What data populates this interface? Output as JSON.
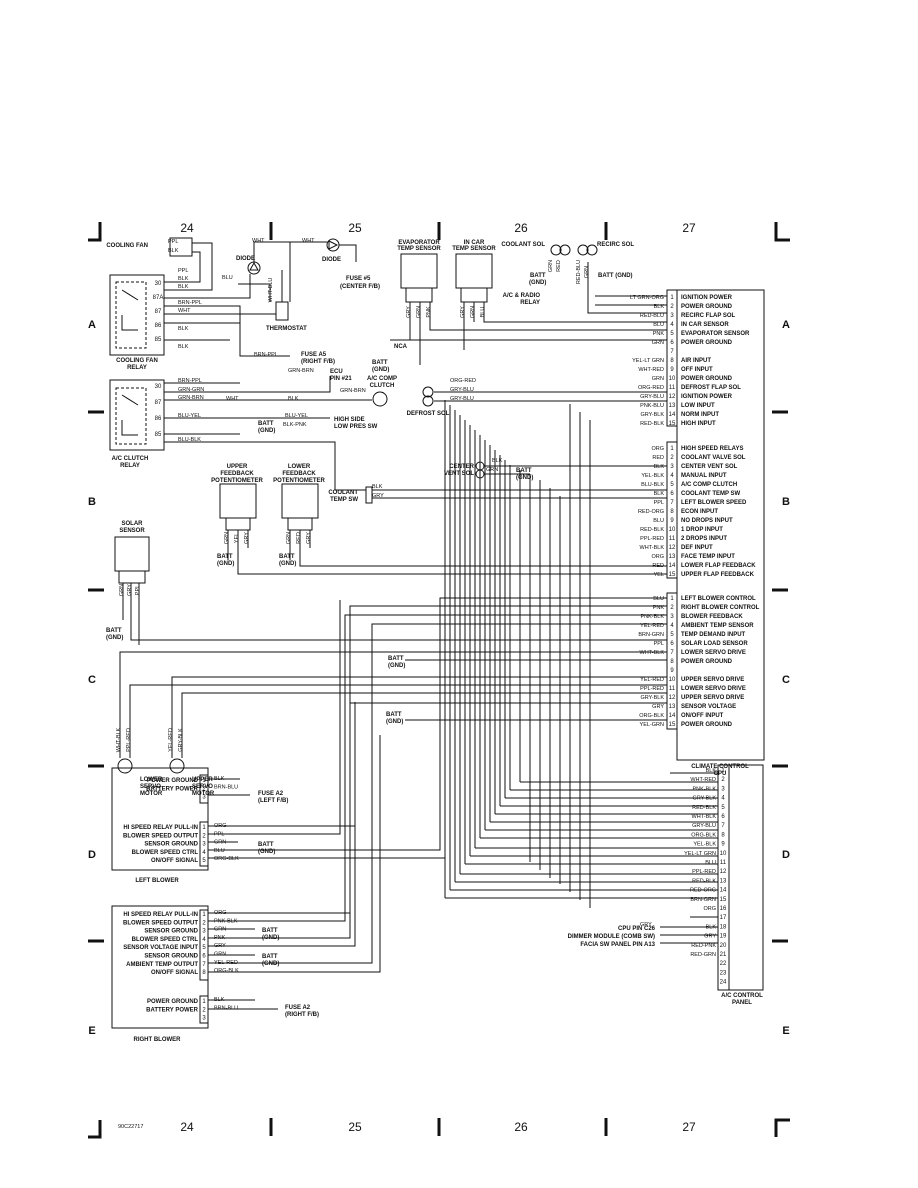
{
  "grid": {
    "columns": [
      "24",
      "25",
      "26",
      "27"
    ],
    "rows": [
      "A",
      "B",
      "C",
      "D",
      "E"
    ],
    "code": "90C22717"
  },
  "components": {
    "cooling_fan": "COOLING FAN",
    "diode1": "DIODE",
    "diode2": "DIODE",
    "fuse5": "FUSE #5",
    "fuse5_loc": "(CENTER F/B)",
    "thermostat": "THERMOSTAT",
    "cooling_fan_relay": "COOLING FAN RELAY",
    "ac_clutch_relay": "A/C CLUTCH RELAY",
    "evap_sensor": "EVAPORATOR TEMP SENSOR",
    "incar_sensor": "IN CAR TEMP SENSOR",
    "coolant_sol": "COOLANT SOL",
    "recirc_sol": "RECIRC SOL",
    "batt_gnd": "BATT (GND)",
    "ac_radio_relay": "A/C & RADIO RELAY",
    "fuse_a5": "FUSE A5",
    "fuse_a5_loc": "(RIGHT F/B)",
    "ecu": "ECU",
    "ecu_pin": "PIN #21",
    "ac_comp_clutch": "A/C COMP CLUTCH",
    "defrost_sol": "DEFROST SOL",
    "high_side_sw": "HIGH SIDE",
    "low_pres_sw": "LOW PRES SW",
    "upper_fb_pot": "UPPER FEEDBACK POTENTIOMETER",
    "lower_fb_pot": "LOWER FEEDBACK POTENTIOMETER",
    "coolant_temp_sw": "COOLANT TEMP SW",
    "center_vent_sol": "CENTER VENT SOL",
    "solar_sensor": "SOLAR SENSOR",
    "lower_servo": "LOWER SERVO MOTOR",
    "upper_servo": "UPPER SERVO MOTOR",
    "climate_cpu": "CLIMATE CONTROL CPU",
    "ac_panel": "A/C CONTROL PANEL",
    "left_blower": "LEFT BLOWER",
    "right_blower": "RIGHT BLOWER",
    "batt": "BATT",
    "nca": "NCA",
    "fuse_a2": "FUSE A2",
    "fuse_a2_left": "(LEFT F/B)",
    "fuse_a2_right": "(RIGHT F/B)",
    "cpu_pin_c26": "CPU PIN C26",
    "dimmer": "DIMMER MODULE (COMB SW)",
    "facia": "FACIA SW PANEL PIN A13"
  },
  "cpu_group1": [
    {
      "n": "1",
      "wire": "LT GRN-ORG",
      "label": "IGNITION POWER"
    },
    {
      "n": "2",
      "wire": "BLK",
      "label": "POWER GROUND"
    },
    {
      "n": "3",
      "wire": "RED-BLU",
      "label": "RECIRC FLAP SOL"
    },
    {
      "n": "4",
      "wire": "BLU",
      "label": "IN CAR SENSOR"
    },
    {
      "n": "5",
      "wire": "PNK",
      "label": "EVAPORATOR SENSOR"
    },
    {
      "n": "6",
      "wire": "GRN",
      "label": "POWER GROUND"
    },
    {
      "n": "7",
      "wire": "",
      "label": ""
    },
    {
      "n": "8",
      "wire": "YEL-LT GRN",
      "label": "AIR INPUT"
    },
    {
      "n": "9",
      "wire": "WHT-RED",
      "label": "OFF INPUT"
    },
    {
      "n": "10",
      "wire": "GRN",
      "label": "POWER GROUND"
    },
    {
      "n": "11",
      "wire": "ORG-RED",
      "label": "DEFROST FLAP SOL"
    },
    {
      "n": "12",
      "wire": "GRY-BLU",
      "label": "IGNITION POWER"
    },
    {
      "n": "13",
      "wire": "PNK-BLU",
      "label": "LOW INPUT"
    },
    {
      "n": "14",
      "wire": "GRY-BLK",
      "label": "NORM INPUT"
    },
    {
      "n": "15",
      "wire": "RED-BLK",
      "label": "HIGH INPUT"
    }
  ],
  "cpu_group2": [
    {
      "n": "1",
      "wire": "ORG",
      "label": "HIGH SPEED RELAYS"
    },
    {
      "n": "2",
      "wire": "RED",
      "label": "COOLANT VALVE SOL"
    },
    {
      "n": "3",
      "wire": "BLK",
      "label": "CENTER VENT SOL"
    },
    {
      "n": "4",
      "wire": "YEL-BLK",
      "label": "MANUAL INPUT"
    },
    {
      "n": "5",
      "wire": "BLU-BLK",
      "label": "A/C COMP CLUTCH"
    },
    {
      "n": "6",
      "wire": "BLK",
      "label": "COOLANT TEMP SW"
    },
    {
      "n": "7",
      "wire": "PPL",
      "label": "LEFT BLOWER SPEED"
    },
    {
      "n": "8",
      "wire": "RED-ORG",
      "label": "ECON INPUT"
    },
    {
      "n": "9",
      "wire": "BLU",
      "label": "NO DROPS INPUT"
    },
    {
      "n": "10",
      "wire": "RED-BLK",
      "label": "1 DROP INPUT"
    },
    {
      "n": "11",
      "wire": "PPL-RED",
      "label": "2 DROPS INPUT"
    },
    {
      "n": "12",
      "wire": "WHT-BLK",
      "label": "DEF INPUT"
    },
    {
      "n": "13",
      "wire": "ORG",
      "label": "FACE TEMP INPUT"
    },
    {
      "n": "14",
      "wire": "RED",
      "label": "LOWER FLAP FEEDBACK"
    },
    {
      "n": "15",
      "wire": "YEL",
      "label": "UPPER FLAP FEEDBACK"
    }
  ],
  "cpu_group3": [
    {
      "n": "1",
      "wire": "BLU",
      "label": "LEFT BLOWER CONTROL"
    },
    {
      "n": "2",
      "wire": "PNK",
      "label": "RIGHT BLOWER CONTROL"
    },
    {
      "n": "3",
      "wire": "PNK-BLK",
      "label": "BLOWER FEEDBACK"
    },
    {
      "n": "4",
      "wire": "YEL-RED",
      "label": "AMBIENT TEMP SENSOR"
    },
    {
      "n": "5",
      "wire": "BRN-GRN",
      "label": "TEMP DEMAND INPUT"
    },
    {
      "n": "6",
      "wire": "PPL",
      "label": "SOLAR LOAD SENSOR"
    },
    {
      "n": "7",
      "wire": "WHT-BLK",
      "label": "LOWER SERVO DRIVE"
    },
    {
      "n": "8",
      "wire": "",
      "label": "POWER GROUND"
    },
    {
      "n": "9",
      "wire": "",
      "label": ""
    },
    {
      "n": "10",
      "wire": "YEL-RED",
      "label": "UPPER SERVO DRIVE"
    },
    {
      "n": "11",
      "wire": "PPL-RED",
      "label": "LOWER SERVO DRIVE"
    },
    {
      "n": "12",
      "wire": "GRY-BLK",
      "label": "UPPER SERVO DRIVE"
    },
    {
      "n": "13",
      "wire": "GRY",
      "label": "SENSOR VOLTAGE"
    },
    {
      "n": "14",
      "wire": "ORG-BLK",
      "label": "ON/OFF INPUT"
    },
    {
      "n": "15",
      "wire": "YEL-GRN",
      "label": "POWER GROUND"
    }
  ],
  "panel_pins": [
    {
      "n": "1",
      "wire": "BLK"
    },
    {
      "n": "2",
      "wire": "WHT-RED"
    },
    {
      "n": "3",
      "wire": "PNK-BLK"
    },
    {
      "n": "4",
      "wire": "GRY-BLK"
    },
    {
      "n": "5",
      "wire": "RED-BLK"
    },
    {
      "n": "6",
      "wire": "WHT-BLK"
    },
    {
      "n": "7",
      "wire": "GRY-BLU"
    },
    {
      "n": "8",
      "wire": "ORG-BLK"
    },
    {
      "n": "9",
      "wire": "YEL-BLK"
    },
    {
      "n": "10",
      "wire": "YEL-LT GRN"
    },
    {
      "n": "11",
      "wire": "BLU"
    },
    {
      "n": "12",
      "wire": "PPL-RED"
    },
    {
      "n": "13",
      "wire": "RED-BLK"
    },
    {
      "n": "14",
      "wire": "RED-ORG"
    },
    {
      "n": "15",
      "wire": "BRN-GRN"
    },
    {
      "n": "16",
      "wire": "ORG"
    },
    {
      "n": "17",
      "wire": ""
    },
    {
      "n": "18",
      "wire": "BLK"
    },
    {
      "n": "19",
      "wire": "GRY"
    },
    {
      "n": "20",
      "wire": "RED-PNK"
    },
    {
      "n": "21",
      "wire": "RED-GRN"
    },
    {
      "n": "22",
      "wire": ""
    },
    {
      "n": "23",
      "wire": ""
    },
    {
      "n": "24",
      "wire": ""
    }
  ],
  "left_blower_rows": [
    {
      "label": "POWER GROUND",
      "n": "1",
      "wire": "BLK"
    },
    {
      "label": "BATTERY POWER",
      "n": "2",
      "wire": "BRN-BLU"
    },
    {
      "label": "",
      "n": "3",
      "wire": ""
    }
  ],
  "left_blower_rows2": [
    {
      "label": "HI SPEED RELAY PULL-IN",
      "n": "1",
      "wire": "ORG"
    },
    {
      "label": "BLOWER SPEED OUTPUT",
      "n": "2",
      "wire": "PPL"
    },
    {
      "label": "SENSOR GROUND",
      "n": "3",
      "wire": "GRN"
    },
    {
      "label": "BLOWER SPEED CTRL",
      "n": "4",
      "wire": "BLU"
    },
    {
      "label": "ON/OFF SIGNAL",
      "n": "5",
      "wire": "ORG-BLK"
    }
  ],
  "right_blower_rows": [
    {
      "label": "HI SPEED RELAY PULL-IN",
      "n": "1",
      "wire": "ORG"
    },
    {
      "label": "BLOWER SPEED OUTPUT",
      "n": "2",
      "wire": "PNK-BLK"
    },
    {
      "label": "SENSOR GROUND",
      "n": "3",
      "wire": "GRN"
    },
    {
      "label": "BLOWER SPEED CTRL",
      "n": "4",
      "wire": "PNK"
    },
    {
      "label": "SENSOR VOLTAGE INPUT",
      "n": "5",
      "wire": "GRY"
    },
    {
      "label": "SENSOR GROUND",
      "n": "6",
      "wire": "GRN"
    },
    {
      "label": "AMBIENT TEMP OUTPUT",
      "n": "7",
      "wire": "YEL-RED"
    },
    {
      "label": "ON/OFF SIGNAL",
      "n": "8",
      "wire": "ORG-BLK"
    }
  ],
  "right_blower_rows2": [
    {
      "label": "POWER GROUND",
      "n": "1",
      "wire": "BLK"
    },
    {
      "label": "BATTERY POWER",
      "n": "2",
      "wire": "BRN-BLU"
    },
    {
      "label": "",
      "n": "3",
      "wire": ""
    }
  ],
  "relay_pins": {
    "cf": [
      "30",
      "87A",
      "87",
      "86",
      "85"
    ],
    "ac": [
      "30",
      "87",
      "86",
      "85"
    ]
  },
  "misc_wires": {
    "cf_fan1": "PPL",
    "cf_fan2": "BLK",
    "cf_30": "PPL",
    "cf_30b": "BLK",
    "cf_87": "BRN-PPL",
    "cf_87b": "WHT",
    "cf_86": "BLK",
    "cf_85": "BLK",
    "blu": "BLU",
    "wht": "WHT",
    "wht_blu": "WHT-BLU",
    "brn_ppl": "BRN-PPL",
    "ac_30": "BRN-PPL",
    "ac_30b": "GRN-GRN",
    "ac_87": "GRN-BRN",
    "ac_86": "BLU-YEL",
    "ac_85": "BLU-BLK",
    "grn_brn": "GRN-BRN",
    "grn_brn2": "GRN-BRN",
    "wht2": "WHT",
    "blk": "BLK",
    "blu_yel": "BLU-YEL",
    "blk_pnk": "BLK-PNK",
    "evap_w": [
      "GRY",
      "GRN",
      "PNK"
    ],
    "incar_w": [
      "GRY",
      "GRN",
      "BLU"
    ],
    "coolant_w": [
      "GRN",
      "RED"
    ],
    "recirc_w": [
      "RED-BLU",
      "GRN"
    ],
    "ds_org_red": "ORG-RED",
    "ds_gry_blu": "GRY-BLU",
    "ds_gry_blu2": "GRY-BLU",
    "upper_pot_w": [
      "GRN",
      "YEL",
      "GRY"
    ],
    "lower_pot_w": [
      "GRN",
      "RED",
      "GRY"
    ],
    "cts_blk": "BLK",
    "cts_gry": "GRY",
    "cvs_blk": "BLK",
    "cvs_grn": "GRN",
    "solar_w": [
      "GRN",
      "GRY",
      "PPL"
    ],
    "lservo_w": [
      "WHT-BLK",
      "PPL-RED"
    ],
    "userv_w": [
      "YEL-RED",
      "GRY-BLK"
    ],
    "cpu_c26_w": "GRY"
  }
}
